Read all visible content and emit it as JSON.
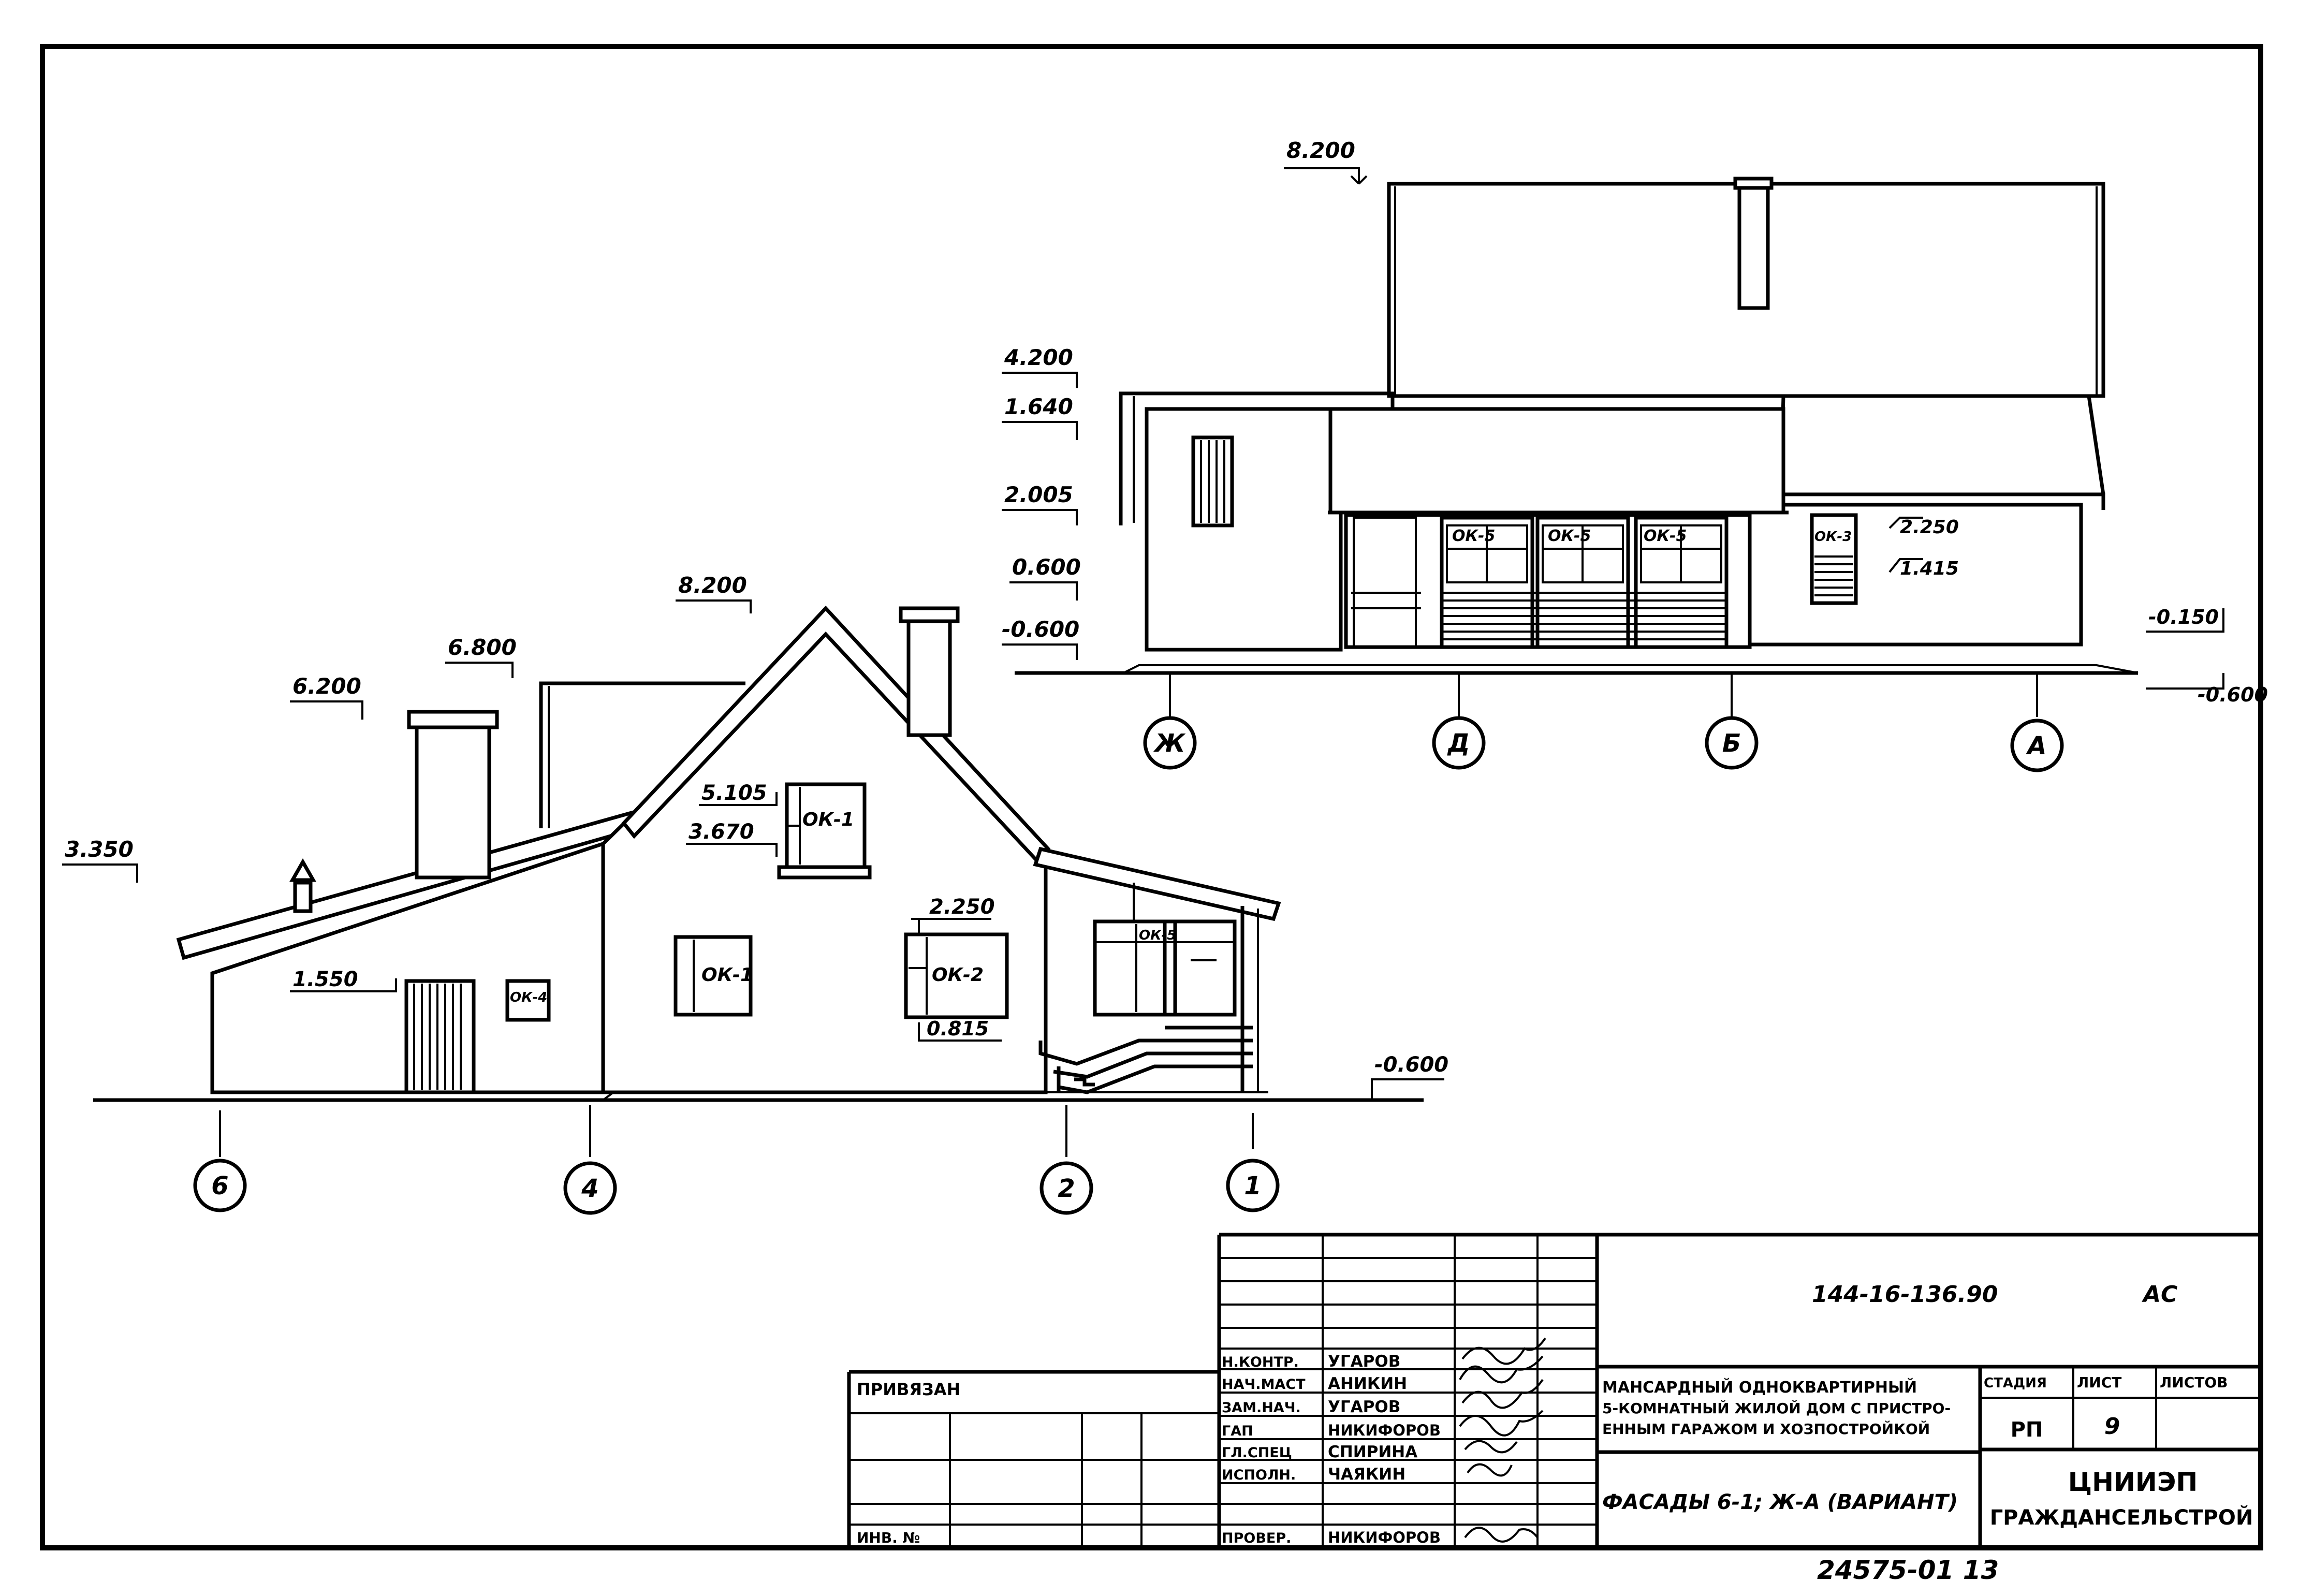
{
  "south_facade": {
    "levels": {
      "l8200": "8.200",
      "l6800": "6.800",
      "l6200": "6.200",
      "l3350": "3.350",
      "l5105": "5.105",
      "l3670": "3.670",
      "l2250": "2.250",
      "l0815": "0.815",
      "l1550": "1.550",
      "lm0600": "-0.600"
    },
    "windows": {
      "ok1_top": "ОК-1",
      "ok1_left": "ОК-1",
      "ok2": "ОК-2",
      "ok4": "ОК-4",
      "ok5": "ОК-5"
    },
    "axes": [
      "6",
      "4",
      "2",
      "1"
    ]
  },
  "east_facade": {
    "levels": {
      "l8200": "8.200",
      "l4200": "4.200",
      "l1640": "1.640",
      "l2005": "2.005",
      "l0600": "0.600",
      "lm0600": "-0.600",
      "l2250": "2.250",
      "l1415": "1.415",
      "lm0150": "-0.150",
      "lm0600r": "-0.600"
    },
    "windows": {
      "ok5_1": "ОК-5",
      "ok5_2": "ОК-5",
      "ok5_3": "ОК-5",
      "ok3": "ОК-3"
    },
    "axes": [
      "Ж",
      "Д",
      "Б",
      "А"
    ]
  },
  "title_block": {
    "code": "144-16-136.90",
    "mark": "АС",
    "privyazan": "ПРИВЯЗАН",
    "inv": "ИНВ. №",
    "roles": [
      {
        "role": "Н.КОНТР.",
        "name": "УГАРОВ"
      },
      {
        "role": "НАЧ.МАСТ",
        "name": "АНИКИН"
      },
      {
        "role": "ЗАМ.НАЧ.",
        "name": "УГАРОВ"
      },
      {
        "role": "ГАП",
        "name": "НИКИФОРОВ"
      },
      {
        "role": "ГЛ.СПЕЦ",
        "name": "СПИРИНА"
      },
      {
        "role": "ИСПОЛН.",
        "name": "ЧАЯКИН"
      },
      {
        "role": "ПРОВЕР.",
        "name": "НИКИФОРОВ"
      }
    ],
    "project_title_1": "МАНСАРДНЫЙ ОДНОКВАРТИРНЫЙ",
    "project_title_2": "5-КОМНАТНЫЙ ЖИЛОЙ ДОМ С ПРИСТРО-",
    "project_title_3": "ЕННЫМ ГАРАЖОМ И ХОЗПОСТРОЙКОЙ",
    "sheet_title": "ФАСАДЫ 6-1; Ж-А (ВАРИАНТ)",
    "stage_label": "СТАДИЯ",
    "sheet_label": "ЛИСТ",
    "sheets_label": "ЛИСТОВ",
    "stage": "РП",
    "sheet": "9",
    "org_1": "ЦНИИЭП",
    "org_2": "ГРАЖДАНСЕЛЬСТРОЙ"
  },
  "footer_number": "24575-01  13"
}
